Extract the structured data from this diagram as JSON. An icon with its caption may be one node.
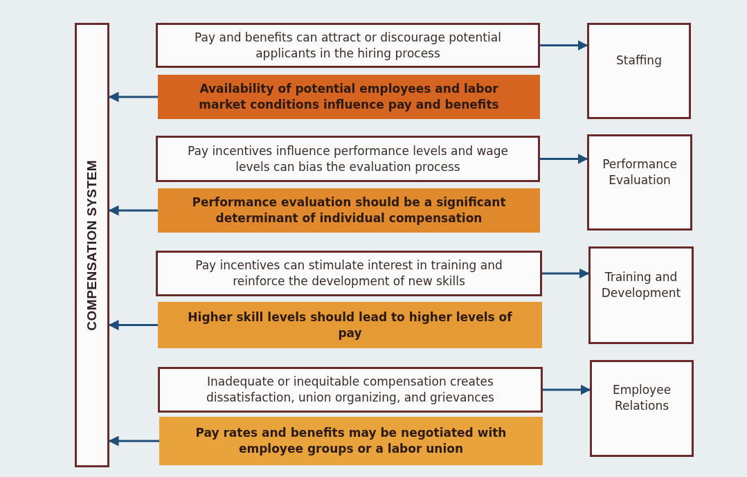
{
  "diagram": {
    "nodes": [
      {
        "text": [
          "COMPENSATION SYSTEM"
        ]
      },
      {
        "text": [
          "Pay and benefits can attract or discourage potential applicants in the hiring process"
        ]
      },
      {
        "text": [
          "Availability of potential employees and labor market conditions influence pay and benefits"
        ]
      },
      {
        "text": [
          "Staffing"
        ]
      },
      {
        "text": [
          "Pay incentives influence performance levels and wage levels can bias the evaluation process"
        ]
      },
      {
        "text": [
          "Performance evaluation should be a significant determinant of individual compensation"
        ]
      },
      {
        "text": [
          "Performance Evaluation"
        ]
      },
      {
        "text": [
          "Pay incentives can stimulate interest in training and reinforce the development of new skills"
        ]
      },
      {
        "text": [
          "Higher skill levels should lead to higher levels of pay"
        ]
      },
      {
        "text": [
          "Training and Development"
        ]
      },
      {
        "text": [
          "Inadequate or inequitable compensation creates dissatisfaction, union organizing, and grievances"
        ]
      },
      {
        "text": [
          "Pay rates and benefits may be negotiated with employee groups or a labor union"
        ]
      },
      {
        "text": [
          "Employee Relations"
        ]
      }
    ],
    "edges": [
      {
        "from": 1,
        "to": 3,
        "arrow": "to"
      },
      {
        "from": 2,
        "to": 0,
        "arrow": "to"
      },
      {
        "from": 4,
        "to": 6,
        "arrow": "to"
      },
      {
        "from": 5,
        "to": 0,
        "arrow": "to"
      },
      {
        "from": 7,
        "to": 9,
        "arrow": "to"
      },
      {
        "from": 8,
        "to": 0,
        "arrow": "to"
      },
      {
        "from": 10,
        "to": 12,
        "arrow": "to"
      },
      {
        "from": 11,
        "to": 0,
        "arrow": "to"
      }
    ]
  }
}
